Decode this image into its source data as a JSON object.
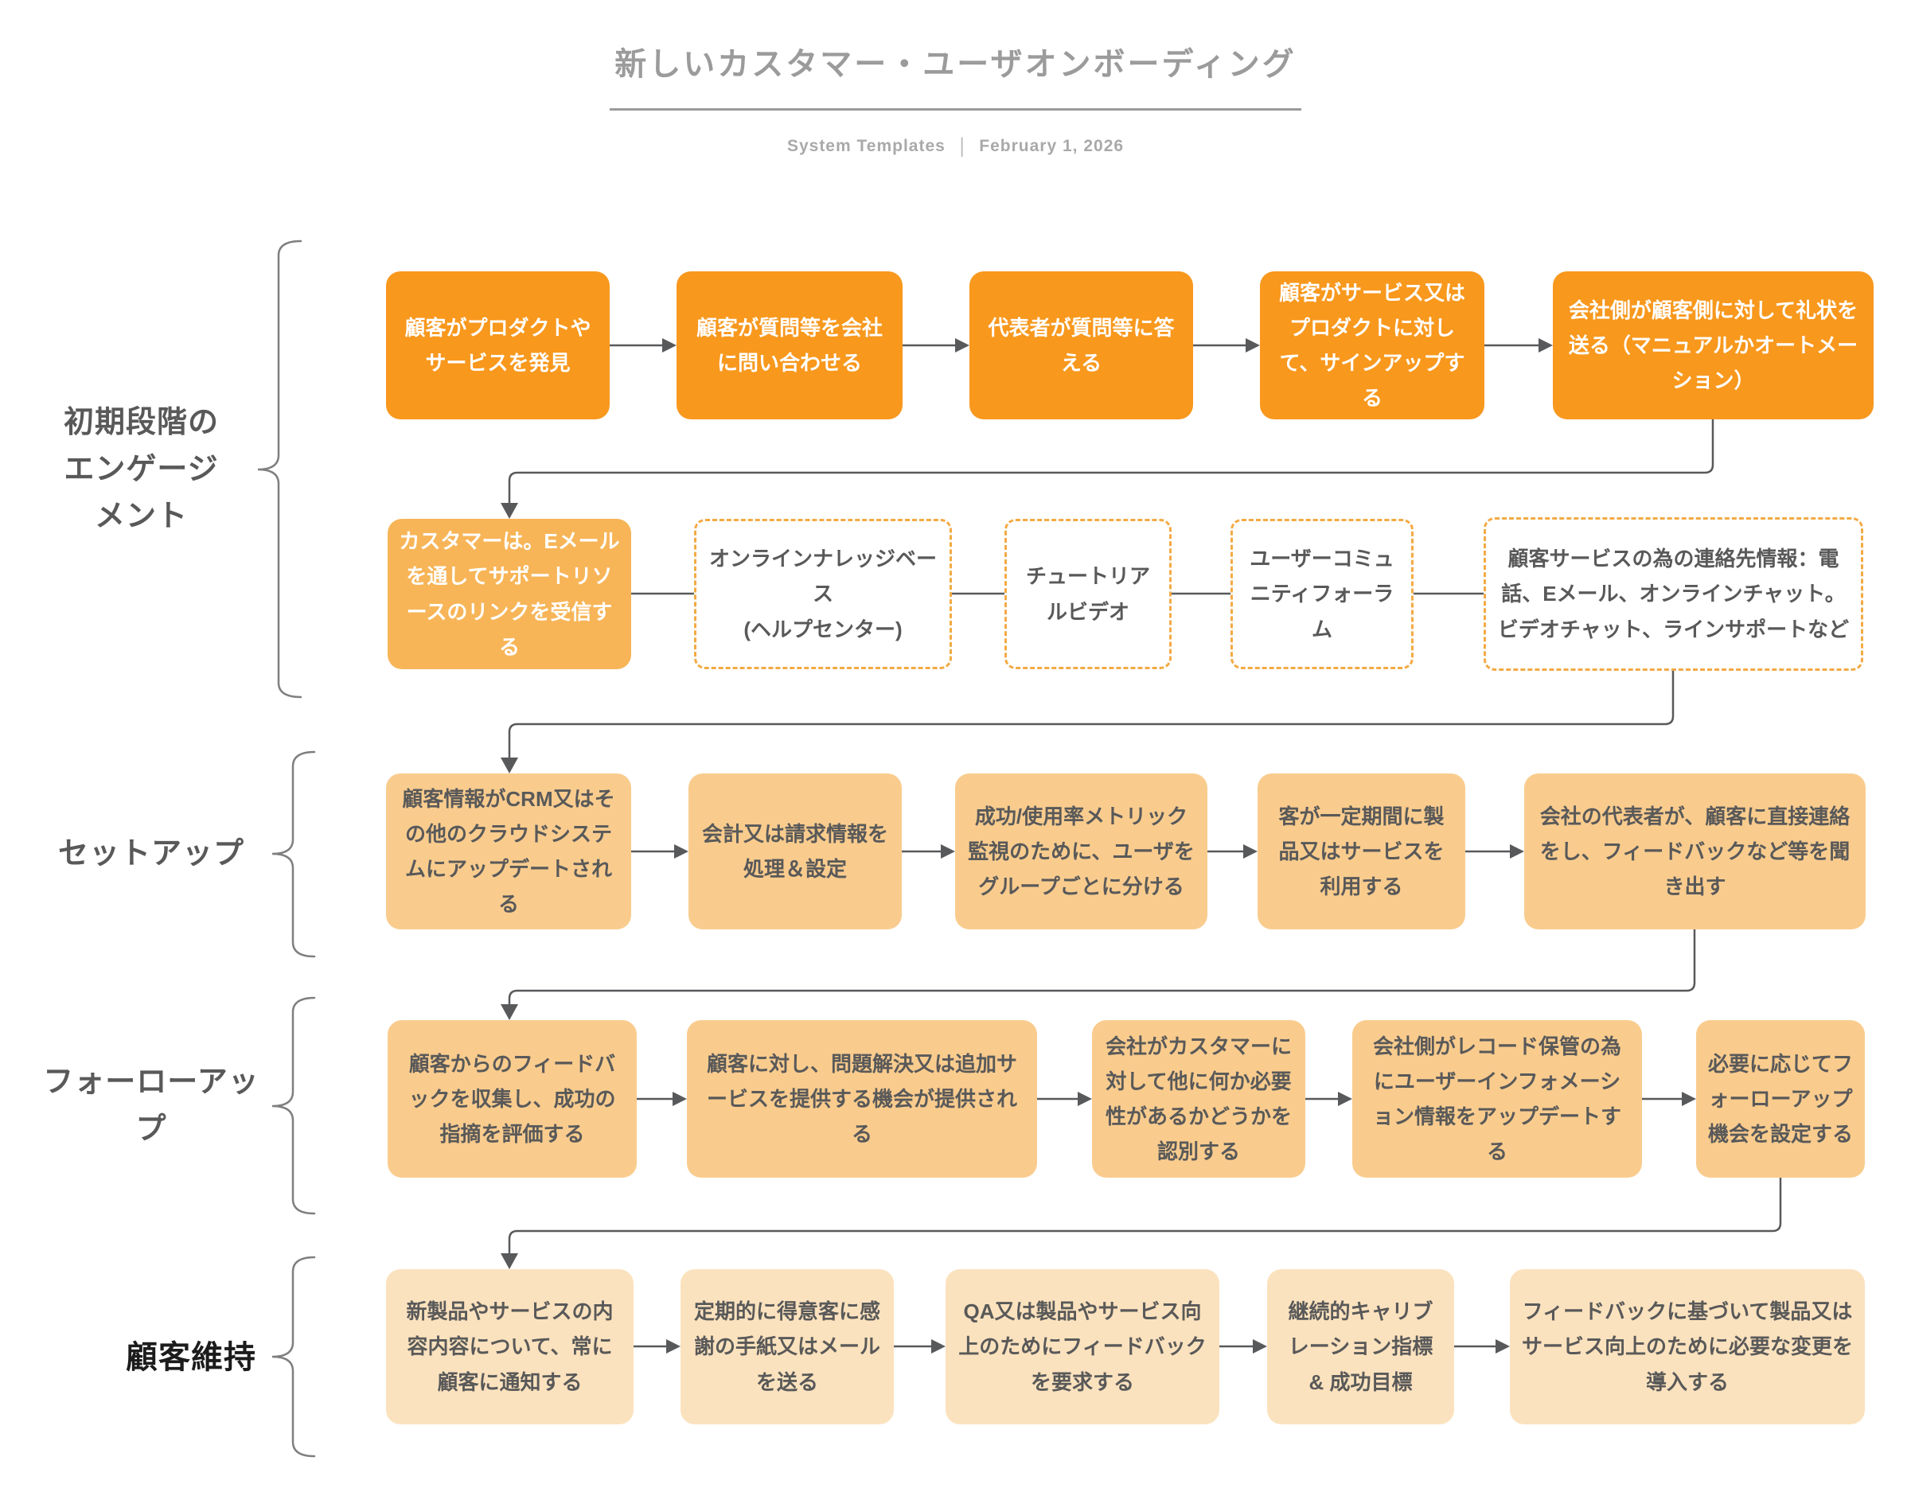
{
  "title": "新しいカスタマー・ユーザオンボーディング",
  "subtitle": {
    "left": "System Templates",
    "separator": "|",
    "right": "February 1, 2026"
  },
  "colors": {
    "stage_primary_fill": "#F8981D",
    "stage_secondary_fill": "#F7B558",
    "stage_mid_fill": "#F9CC8E",
    "stage_light_fill": "#FBE2BE",
    "dashed_border": "#F3AA44",
    "connector_line": "#58595B",
    "brace_line": "#7F7F7F",
    "dark_text": "#595959",
    "white_text": "#FFFFFF",
    "title_text": "#9B9B9B"
  },
  "sections": [
    {
      "label": "初期段階のエンゲージメント",
      "rows": [
        {
          "boxes": [
            {
              "text": "顧客がプロダクトやサービスを発見"
            },
            {
              "text": "顧客が質問等を会社に問い合わせる"
            },
            {
              "text": "代表者が質問等に答える"
            },
            {
              "text": "顧客がサービス又はプロダクトに対して、サインアップする"
            },
            {
              "text": "会社側が顧客側に対して礼状を送る（マニュアルかオートメーション）"
            }
          ]
        },
        {
          "boxes": [
            {
              "text": "カスタマーは。Eメールを通してサポートリソースのリンクを受信する"
            },
            {
              "text": "オンラインナレッジベース\n(ヘルプセンター)"
            },
            {
              "text": "チュートリアルビデオ"
            },
            {
              "text": "ユーザーコミュニティフォーラム"
            },
            {
              "text": "顧客サービスの為の連絡先情報：電話、Eメール、オンラインチャット。ビデオチャット、ラインサポートなど"
            }
          ]
        }
      ]
    },
    {
      "label": "セットアップ",
      "rows": [
        {
          "boxes": [
            {
              "text": "顧客情報がCRM又はその他のクラウドシステムにアップデートされる"
            },
            {
              "text": "会計又は請求情報を処理＆設定"
            },
            {
              "text": "成功/使用率メトリック監視のために、ユーザをグループごとに分ける"
            },
            {
              "text": "客が一定期間に製品又はサービスを利用する"
            },
            {
              "text": "会社の代表者が、顧客に直接連絡をし、フィードバックなど等を聞き出す"
            }
          ]
        }
      ]
    },
    {
      "label": "フォーローアップ",
      "rows": [
        {
          "boxes": [
            {
              "text": "顧客からのフィードバックを収集し、成功の指摘を評価する"
            },
            {
              "text": "顧客に対し、問題解決又は追加サービスを提供する機会が提供される"
            },
            {
              "text": "会社がカスタマーに対して他に何か必要性があるかどうかを認別する"
            },
            {
              "text": "会社側がレコード保管の為にユーザーインフォメーション情報をアップデートする"
            },
            {
              "text": "必要に応じてフォーローアップ機会を設定する"
            }
          ]
        }
      ]
    },
    {
      "label": "顧客維持",
      "rows": [
        {
          "boxes": [
            {
              "text": "新製品やサービスの内容内容について、常に顧客に通知する"
            },
            {
              "text": "定期的に得意客に感謝の手紙又はメールを送る"
            },
            {
              "text": "QA又は製品やサービス向上のためにフィードバックを要求する"
            },
            {
              "text": "継続的キャリブレーション指標 & 成功目標"
            },
            {
              "text": "フィードバックに基づいて製品又はサービス向上のために必要な変更を導入する"
            }
          ]
        }
      ]
    }
  ]
}
